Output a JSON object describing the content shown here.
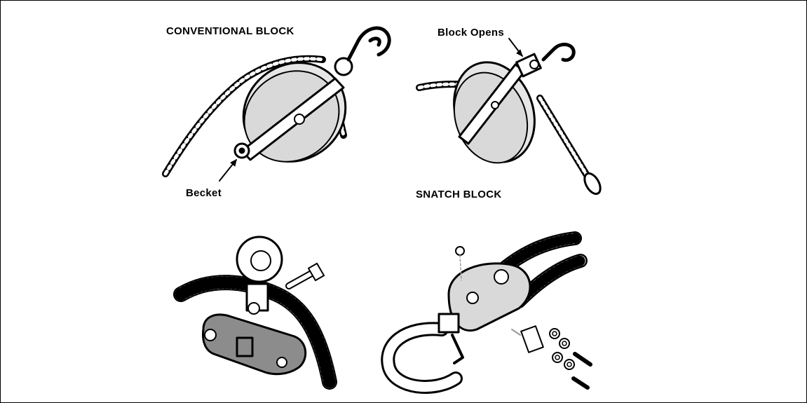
{
  "labels": {
    "conventional_block": "CONVENTIONAL BLOCK",
    "block_opens": "Block Opens",
    "becket": "Becket",
    "snatch_block": "SNATCH BLOCK"
  },
  "colors": {
    "line": "#000000",
    "fill_light": "#e6e6e6",
    "fill_plate": "#8c8c8c",
    "fill_white": "#ffffff"
  }
}
